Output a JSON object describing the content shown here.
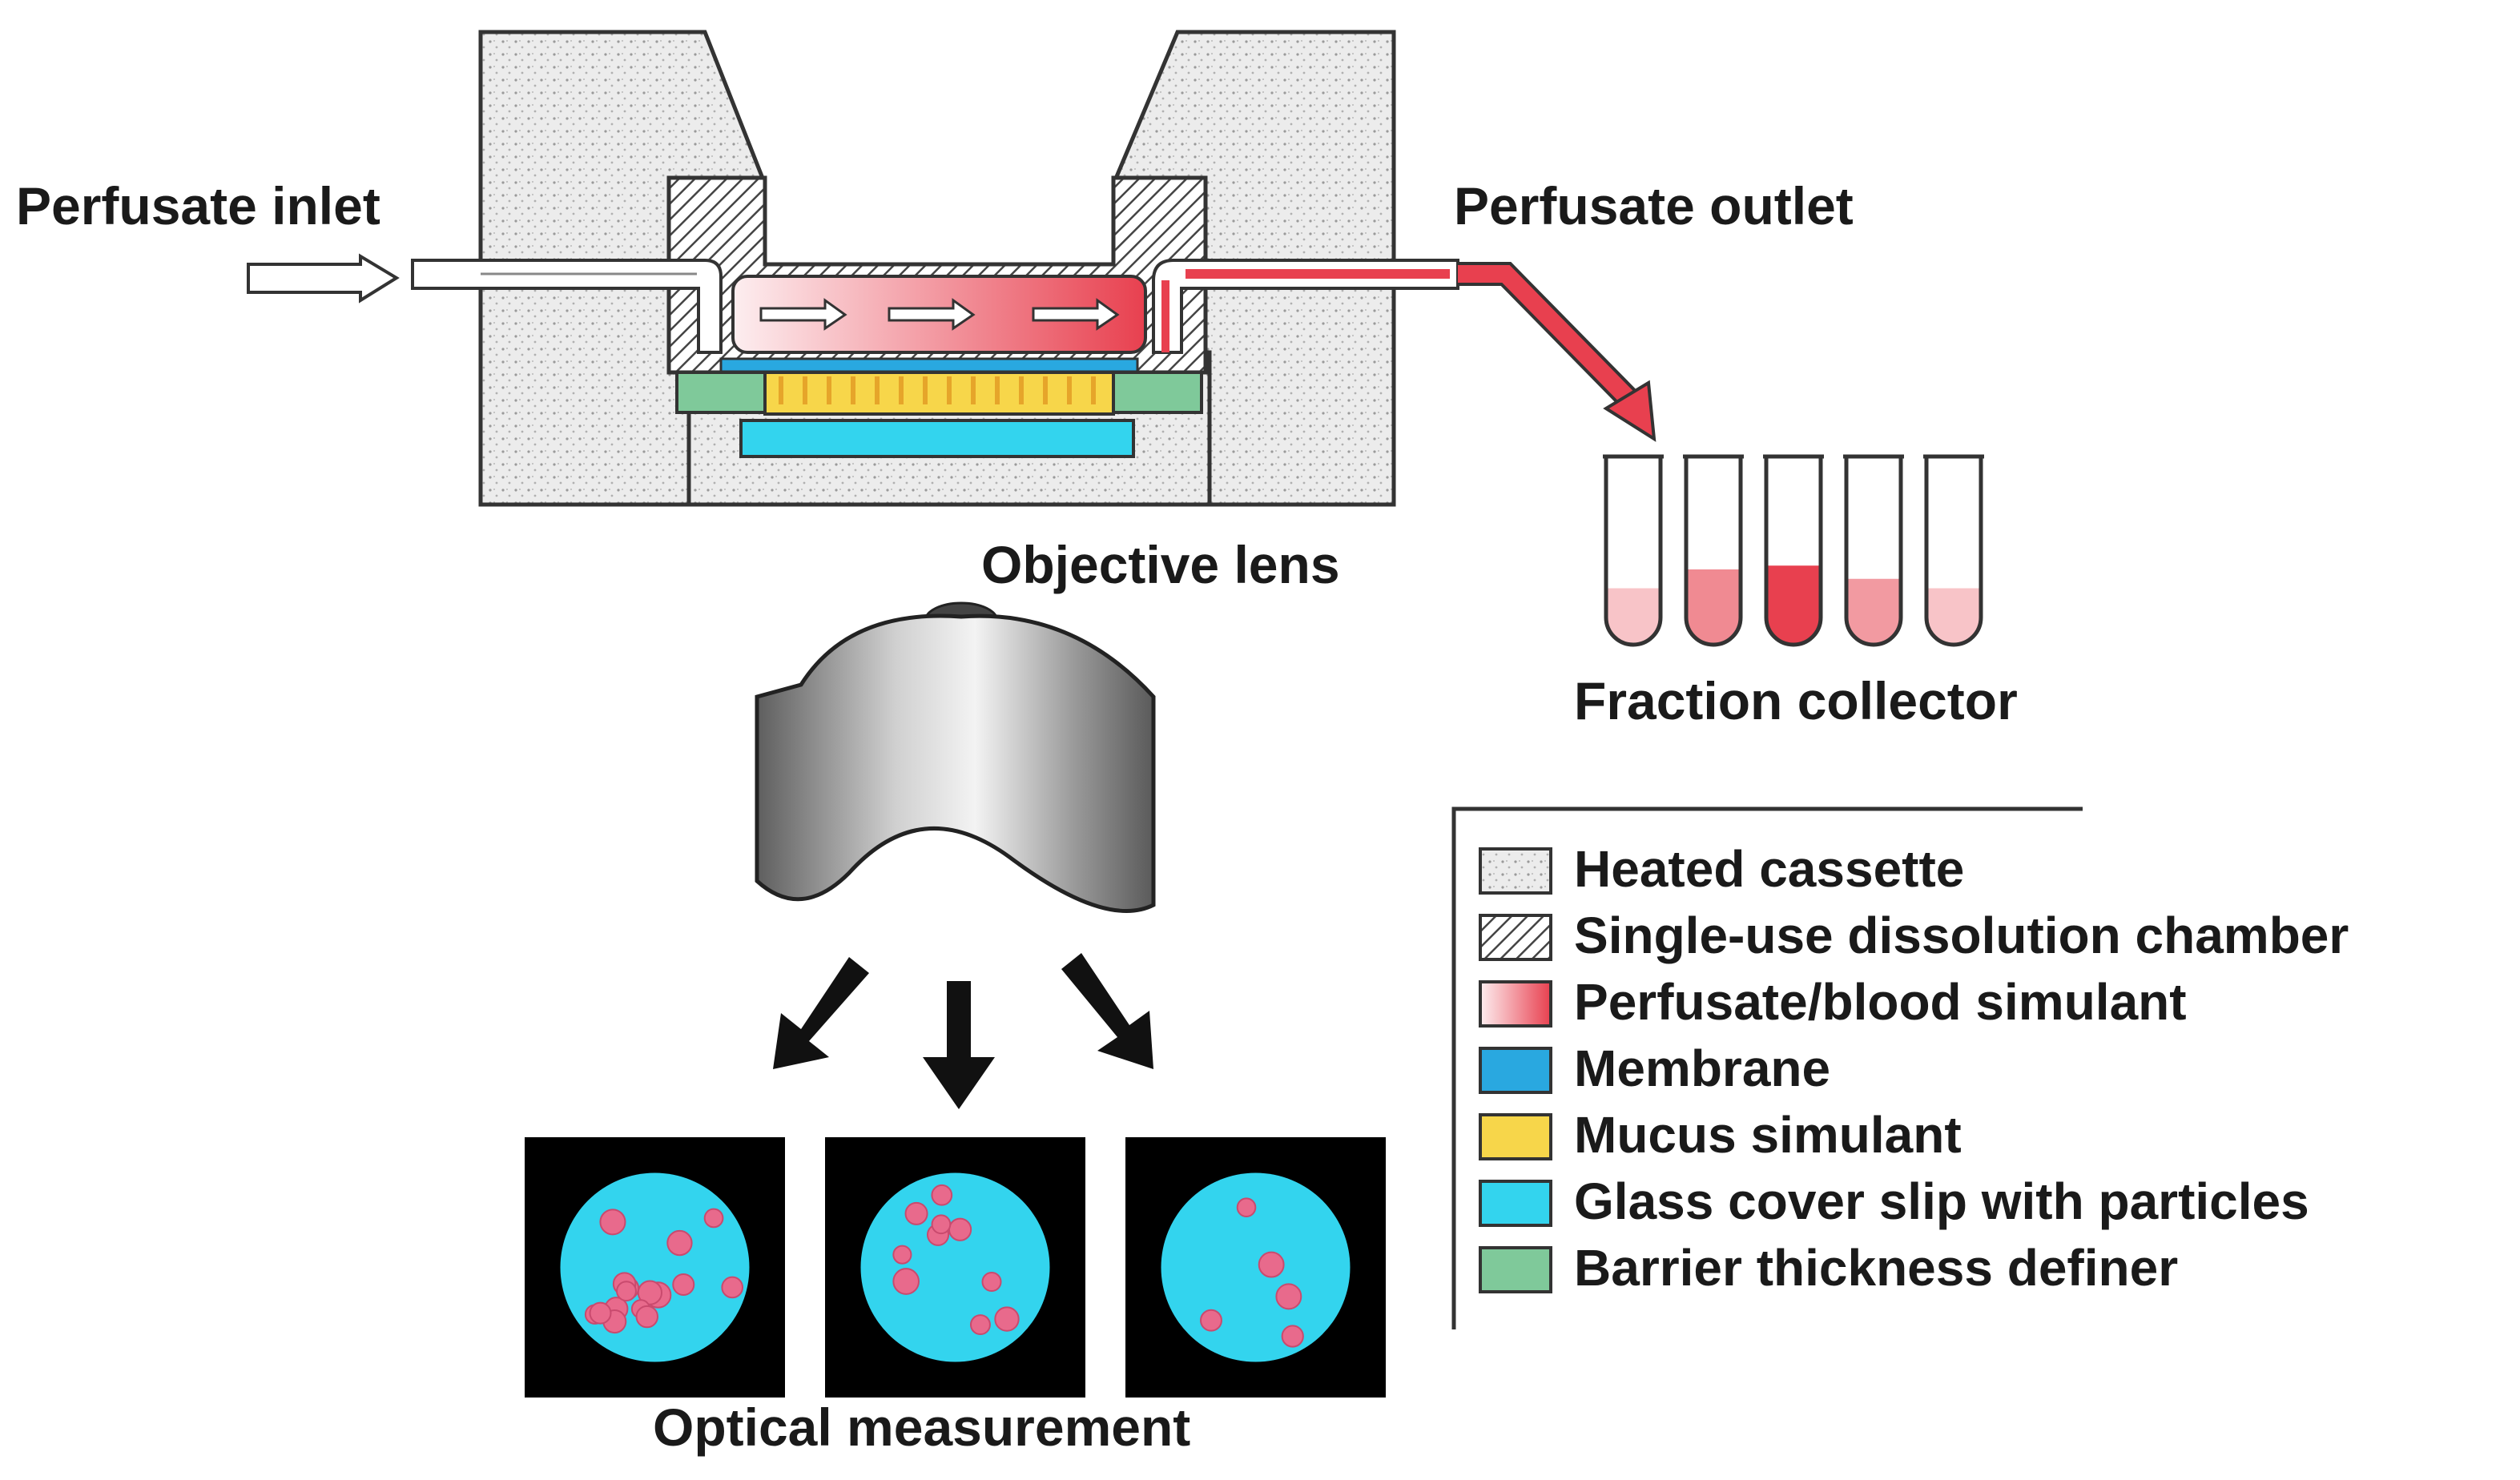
{
  "labels": {
    "inlet": "Perfusate inlet",
    "outlet": "Perfusate outlet",
    "objective": "Objective lens",
    "collector": "Fraction collector",
    "measurement": "Optical measurement"
  },
  "legend": {
    "items": [
      {
        "key": "heated",
        "label": "Heated cassette"
      },
      {
        "key": "chamber",
        "label": "Single-use dissolution chamber"
      },
      {
        "key": "perfusate",
        "label": "Perfusate/blood simulant"
      },
      {
        "key": "membrane",
        "label": "Membrane"
      },
      {
        "key": "mucus",
        "label": "Mucus simulant"
      },
      {
        "key": "glass",
        "label": "Glass cover slip with particles"
      },
      {
        "key": "barrier",
        "label": "Barrier thickness definer"
      }
    ]
  },
  "colors": {
    "perfusate": "#e8404f",
    "perfusate_light": "#fbe0e2",
    "membrane": "#29a8e0",
    "mucus": "#f7d64a",
    "glass": "#33d4ee",
    "barrier": "#7fc99a",
    "particle": "#e86a8c",
    "lens": "#8c8c8c"
  },
  "tubes": [
    {
      "fill_level": 0.3,
      "shade": "#f8c4c8"
    },
    {
      "fill_level": 0.4,
      "shade": "#f08a92"
    },
    {
      "fill_level": 0.42,
      "shade": "#e8404f"
    },
    {
      "fill_level": 0.35,
      "shade": "#f29aa1"
    },
    {
      "fill_level": 0.3,
      "shade": "#f8c4c8"
    }
  ],
  "views": [
    {
      "particles": 16
    },
    {
      "particles": 10
    },
    {
      "particles": 5
    }
  ]
}
